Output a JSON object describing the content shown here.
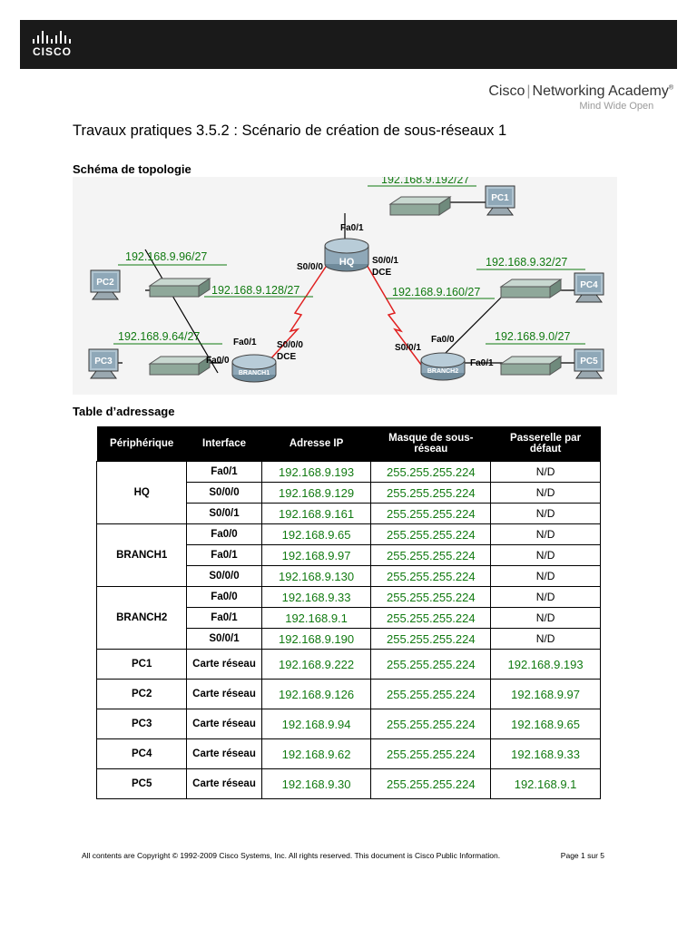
{
  "header": {
    "brand": "CISCO",
    "academy_part1": "Cisco",
    "academy_part2": "Networking Academy",
    "tagline": "Mind Wide Open"
  },
  "title": "Travaux pratiques 3.5.2 : Scénario de création de sous-réseaux 1",
  "topology": {
    "heading": "Schéma de topologie",
    "networks": [
      "192.168.9.192/27",
      "192.168.9.96/27",
      "192.168.9.128/27",
      "192.168.9.160/27",
      "192.168.9.32/27",
      "192.168.9.64/27",
      "192.168.9.0/27"
    ],
    "labels": {
      "hq_fa01": "Fa0/1",
      "hq_s000": "S0/0/0",
      "hq_s001": "S0/0/1",
      "hq_dce": "DCE",
      "b1_fa01": "Fa0/1",
      "b1_fa00": "Fa0/0",
      "b1_s000": "S0/0/0",
      "b1_dce": "DCE",
      "b2_fa00": "Fa0/0",
      "b2_s001": "S0/0/1",
      "b2_fa01": "Fa0/1"
    },
    "devices": {
      "hq": "HQ",
      "branch1": "BRANCH1",
      "branch2": "BRANCH2",
      "pc1": "PC1",
      "pc2": "PC2",
      "pc3": "PC3",
      "pc4": "PC4",
      "pc5": "PC5"
    },
    "colors": {
      "network_text": "#117a11",
      "serial_link": "#e02020"
    }
  },
  "table": {
    "heading": "Table d’adressage",
    "headers": [
      "Périphérique",
      "Interface",
      "Adresse IP",
      "Masque de sous-réseau",
      "Passerelle par défaut"
    ],
    "groups": [
      {
        "device": "HQ",
        "rows": [
          {
            "iface": "Fa0/1",
            "ip": "192.168.9.193",
            "mask": "255.255.255.224",
            "gw": "N/D"
          },
          {
            "iface": "S0/0/0",
            "ip": "192.168.9.129",
            "mask": "255.255.255.224",
            "gw": "N/D"
          },
          {
            "iface": "S0/0/1",
            "ip": "192.168.9.161",
            "mask": "255.255.255.224",
            "gw": "N/D"
          }
        ]
      },
      {
        "device": "BRANCH1",
        "rows": [
          {
            "iface": "Fa0/0",
            "ip": "192.168.9.65",
            "mask": "255.255.255.224",
            "gw": "N/D"
          },
          {
            "iface": "Fa0/1",
            "ip": "192.168.9.97",
            "mask": "255.255.255.224",
            "gw": "N/D"
          },
          {
            "iface": "S0/0/0",
            "ip": "192.168.9.130",
            "mask": "255.255.255.224",
            "gw": "N/D"
          }
        ]
      },
      {
        "device": "BRANCH2",
        "rows": [
          {
            "iface": "Fa0/0",
            "ip": "192.168.9.33",
            "mask": "255.255.255.224",
            "gw": "N/D"
          },
          {
            "iface": "Fa0/1",
            "ip": "192.168.9.1",
            "mask": "255.255.255.224",
            "gw": "N/D"
          },
          {
            "iface": "S0/0/1",
            "ip": "192.168.9.190",
            "mask": "255.255.255.224",
            "gw": "N/D"
          }
        ]
      }
    ],
    "pcs": [
      {
        "device": "PC1",
        "iface": "Carte réseau",
        "ip": "192.168.9.222",
        "mask": "255.255.255.224",
        "gw": "192.168.9.193"
      },
      {
        "device": "PC2",
        "iface": "Carte réseau",
        "ip": "192.168.9.126",
        "mask": "255.255.255.224",
        "gw": "192.168.9.97"
      },
      {
        "device": "PC3",
        "iface": "Carte réseau",
        "ip": "192.168.9.94",
        "mask": "255.255.255.224",
        "gw": "192.168.9.65"
      },
      {
        "device": "PC4",
        "iface": "Carte réseau",
        "ip": "192.168.9.62",
        "mask": "255.255.255.224",
        "gw": "192.168.9.33"
      },
      {
        "device": "PC5",
        "iface": "Carte réseau",
        "ip": "192.168.9.30",
        "mask": "255.255.255.224",
        "gw": "192.168.9.1"
      }
    ]
  },
  "footer": {
    "copyright": "All contents are Copyright © 1992-2009 Cisco Systems, Inc. All rights reserved. This document is Cisco Public Information.",
    "page": "Page 1 sur 5"
  }
}
